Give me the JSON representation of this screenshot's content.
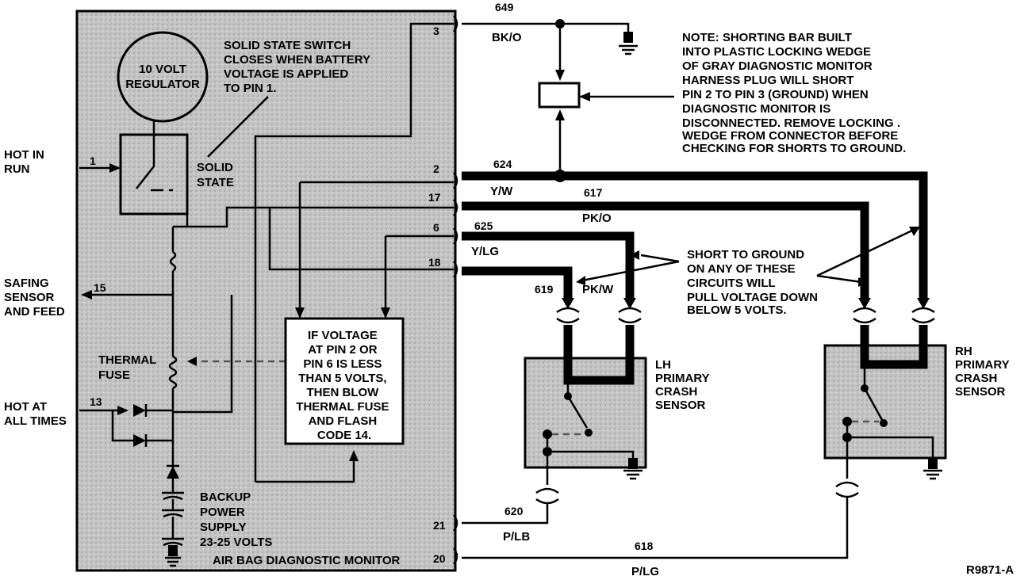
{
  "monitor": {
    "title": "AIR BAG DIAGNOSTIC MONITOR",
    "regulator": [
      "10 VOLT",
      "REGULATOR"
    ],
    "switch_note": [
      "SOLID STATE SWITCH",
      "CLOSES WHEN BATTERY",
      "VOLTAGE IS APPLIED",
      "TO PIN 1."
    ],
    "solid_state": [
      "SOLID",
      "STATE"
    ],
    "thermal_fuse": [
      "THERMAL",
      "FUSE"
    ],
    "backup": [
      "BACKUP",
      "POWER",
      "SUPPLY",
      "23-25 VOLTS"
    ],
    "logic_box": [
      "IF VOLTAGE",
      "AT PIN 2 OR",
      "PIN 6 IS LESS",
      "THAN 5 VOLTS,",
      "THEN BLOW",
      "THERMAL FUSE",
      "AND FLASH",
      "CODE 14."
    ]
  },
  "left_labels": {
    "hot_in_run": [
      "HOT IN",
      "RUN"
    ],
    "safing": [
      "SAFING",
      "SENSOR",
      "AND FEED"
    ],
    "hot_all_times": [
      "HOT AT",
      "ALL TIMES"
    ]
  },
  "pins": {
    "p1": "1",
    "p2": "2",
    "p3": "3",
    "p6": "6",
    "p13": "13",
    "p15": "15",
    "p17": "17",
    "p18": "18",
    "p20": "20",
    "p21": "21"
  },
  "wires": {
    "w649": "649",
    "c649": "BK/O",
    "w624": "624",
    "c624": "Y/W",
    "w617": "617",
    "c617": "PK/O",
    "w625": "625",
    "c625": "Y/LG",
    "w619": "619",
    "c619": "PK/W",
    "w620": "620",
    "c620": "P/LB",
    "w618": "618",
    "c618": "P/LG"
  },
  "top_note": [
    "NOTE: SHORTING BAR BUILT",
    "INTO PLASTIC LOCKING WEDGE",
    "OF GRAY DIAGNOSTIC MONITOR",
    "HARNESS PLUG WILL SHORT",
    "PIN 2 TO PIN 3 (GROUND) WHEN",
    "DIAGNOSTIC MONITOR IS",
    "DISCONNECTED. REMOVE LOCKING .",
    "WEDGE FROM CONNECTOR BEFORE",
    "CHECKING FOR SHORTS TO GROUND."
  ],
  "short_note": [
    "SHORT TO GROUND",
    "ON ANY OF THESE",
    "CIRCUITS WILL",
    "PULL VOLTAGE DOWN",
    "BELOW 5 VOLTS."
  ],
  "lh_sensor": [
    "LH",
    "PRIMARY",
    "CRASH",
    "SENSOR"
  ],
  "rh_sensor": [
    "RH",
    "PRIMARY",
    "CRASH",
    "SENSOR"
  ],
  "figure_id": "R9871-A"
}
